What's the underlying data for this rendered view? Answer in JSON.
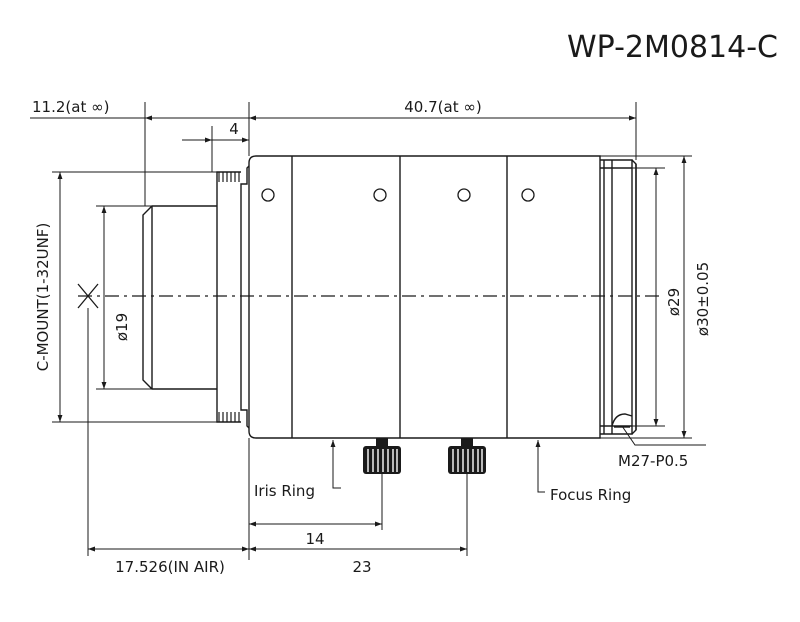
{
  "model": "WP-2M0814-C",
  "dimensions": {
    "flange_protrusion": "11.2(at ∞)",
    "total_length": "40.7(at ∞)",
    "thread_length": "4",
    "rear_diameter": "ø19",
    "mount": "C-MOUNT(1-32UNF)",
    "inner_diameter": "ø29",
    "outer_diameter": "ø30±0.05",
    "filter_thread": "M27-P0.5",
    "iris_distance": "14",
    "focus_distance": "23",
    "flange_back": "17.526(IN AIR)"
  },
  "labels": {
    "iris_ring": "Iris Ring",
    "focus_ring": "Focus Ring"
  }
}
